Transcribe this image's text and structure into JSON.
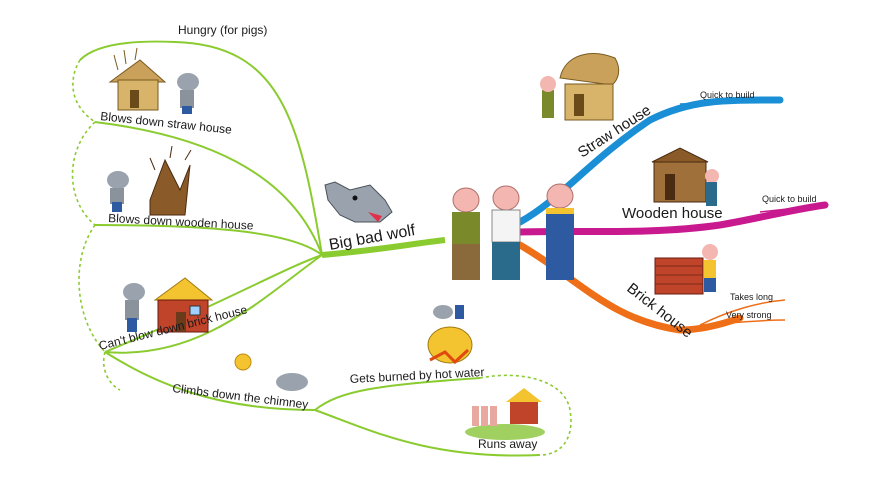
{
  "center": {
    "label": "Big bad wolf"
  },
  "wolf_branches": {
    "hungry": "Hungry (for pigs)",
    "straw": "Blows down straw house",
    "wooden": "Blows down wooden house",
    "brick": "Can't blow down brick house",
    "chimney": "Climbs down the chimney",
    "burned": "Gets burned by hot water",
    "runs": "Runs away"
  },
  "pig_branches": {
    "straw": {
      "label": "Straw house",
      "sub": "Quick to build",
      "color": "#1b8fd6"
    },
    "wooden": {
      "label": "Wooden house",
      "sub": "Quick to build",
      "color": "#c8198f"
    },
    "brick": {
      "label": "Brick house",
      "subs": [
        "Takes long",
        "Very strong"
      ],
      "color": "#ee6f18"
    }
  },
  "colors": {
    "wolf_branch": "#8acb2f"
  }
}
